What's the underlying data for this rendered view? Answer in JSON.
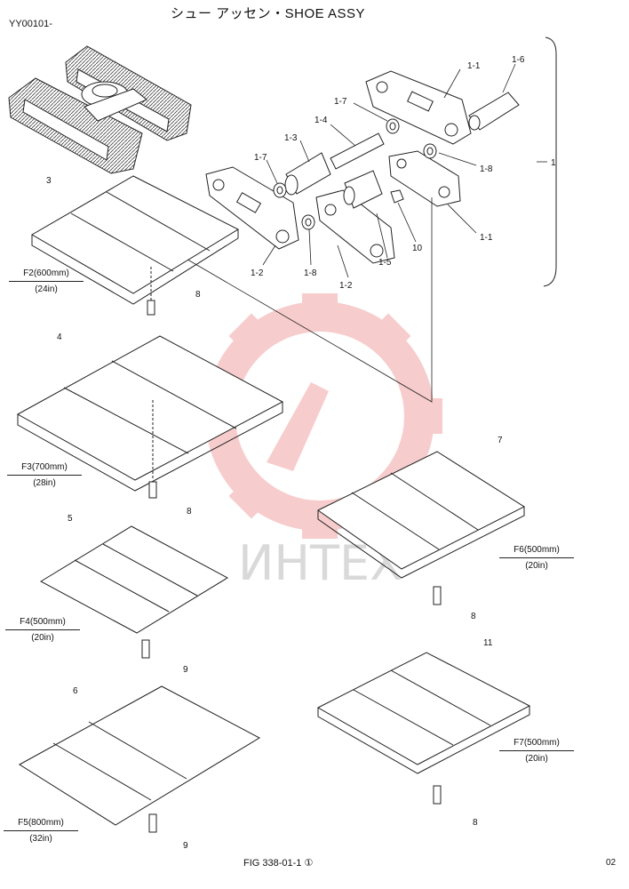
{
  "header": {
    "title": "シュー アッセン・SHOE ASSY",
    "code": "YY00101-"
  },
  "footer": {
    "figure": "FIG 338-01-1",
    "figure_mark": "①",
    "page": "02"
  },
  "watermark": {
    "text": "ИНТЕХ",
    "color": "#f1a3a3"
  },
  "callouts": {
    "c1_1a": "1-1",
    "c1_6": "1-6",
    "c1_7a": "1-7",
    "c1_4": "1-4",
    "c1_3": "1-3",
    "c1_7b": "1-7",
    "c1_8a": "1-8",
    "c1_1b": "1-1",
    "c1_2a": "1-2",
    "c1_8b": "1-8",
    "c1_2b": "1-2",
    "c1_5": "1-5",
    "c10": "10",
    "c1": "1",
    "c3": "3",
    "c4": "4",
    "c5": "5",
    "c6": "6",
    "c7": "7",
    "c11": "11",
    "c8a": "8",
    "c8b": "8",
    "c8c": "8",
    "c8d": "8",
    "c9a": "9",
    "c9b": "9"
  },
  "shoes": {
    "f2": {
      "spec": "F2(600mm)",
      "inch": "(24in)"
    },
    "f3": {
      "spec": "F3(700mm)",
      "inch": "(28in)"
    },
    "f4": {
      "spec": "F4(500mm)",
      "inch": "(20in)"
    },
    "f5": {
      "spec": "F5(800mm)",
      "inch": "(32in)"
    },
    "f6": {
      "spec": "F6(500mm)",
      "inch": "(20in)"
    },
    "f7": {
      "spec": "F7(500mm)",
      "inch": "(20in)"
    }
  }
}
